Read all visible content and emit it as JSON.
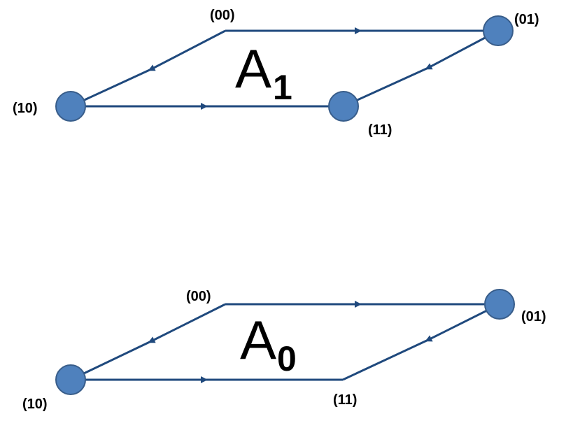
{
  "colors": {
    "edge": "#1f497d",
    "node_fill": "#4f81bd",
    "node_stroke": "#385d8a"
  },
  "diagrams": [
    {
      "title_letter": "A",
      "title_subscript": "1",
      "labels": {
        "n00": "(00)",
        "n01": "(01)",
        "n10": "(10)",
        "n11": "(11)"
      }
    },
    {
      "title_letter": "A",
      "title_subscript": "0",
      "labels": {
        "n00": "(00)",
        "n01": "(01)",
        "n10": "(10)",
        "n11": "(11)"
      }
    }
  ]
}
